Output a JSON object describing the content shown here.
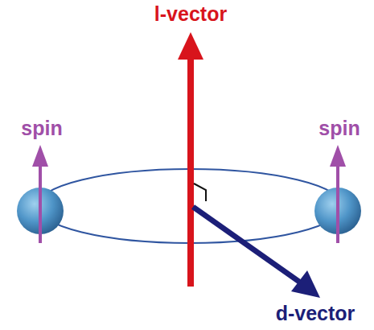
{
  "diagram": {
    "labels": [
      "l-vector",
      "spin",
      "spin",
      "d-vector"
    ]
  }
}
